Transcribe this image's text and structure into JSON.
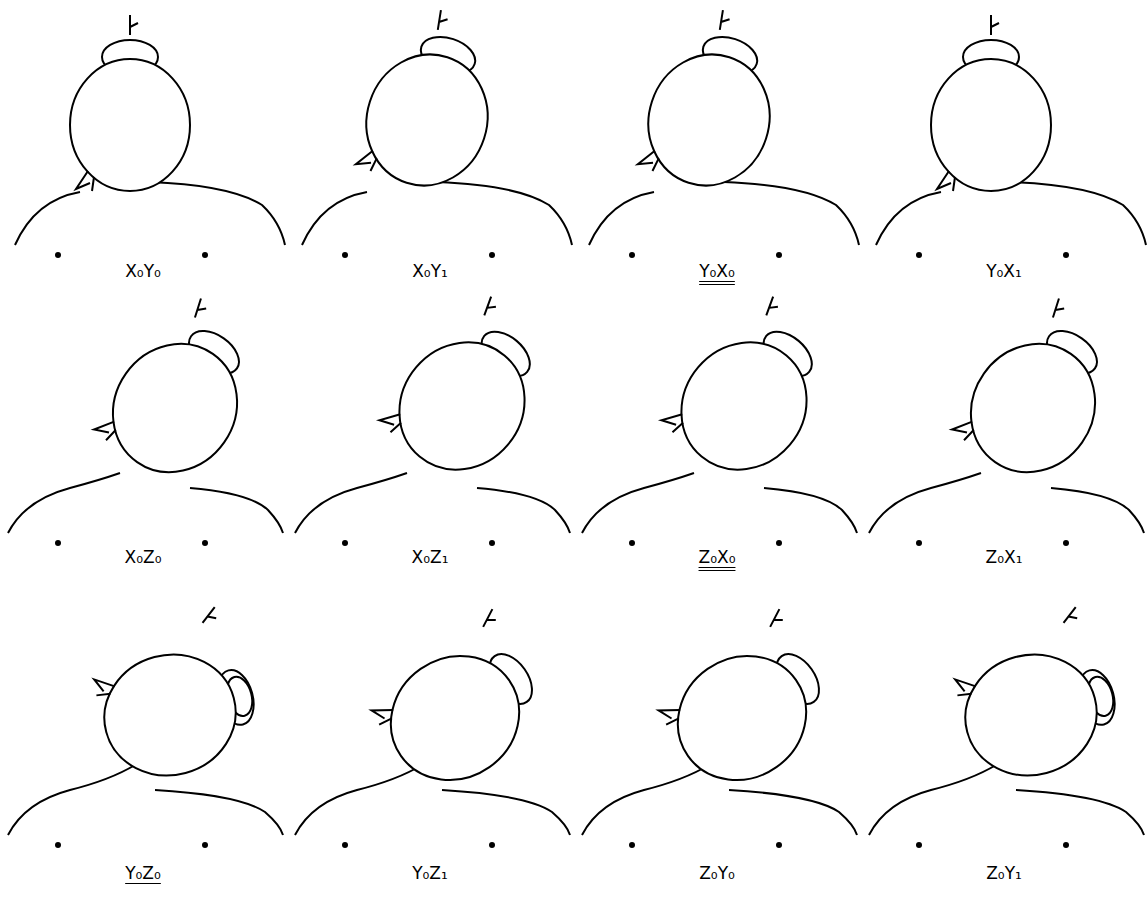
{
  "diagram": {
    "labels": [
      "X₀Y₀",
      "X₀Y₁",
      "Y₀X₀",
      "Y₀X₁",
      "X₀Z₀",
      "X₀Z₁",
      "Z₀X₀",
      "Z₀X₁",
      "Y₀Z₀",
      "Y₀Z₁",
      "Z₀Y₀",
      "Z₀Y₁"
    ]
  }
}
